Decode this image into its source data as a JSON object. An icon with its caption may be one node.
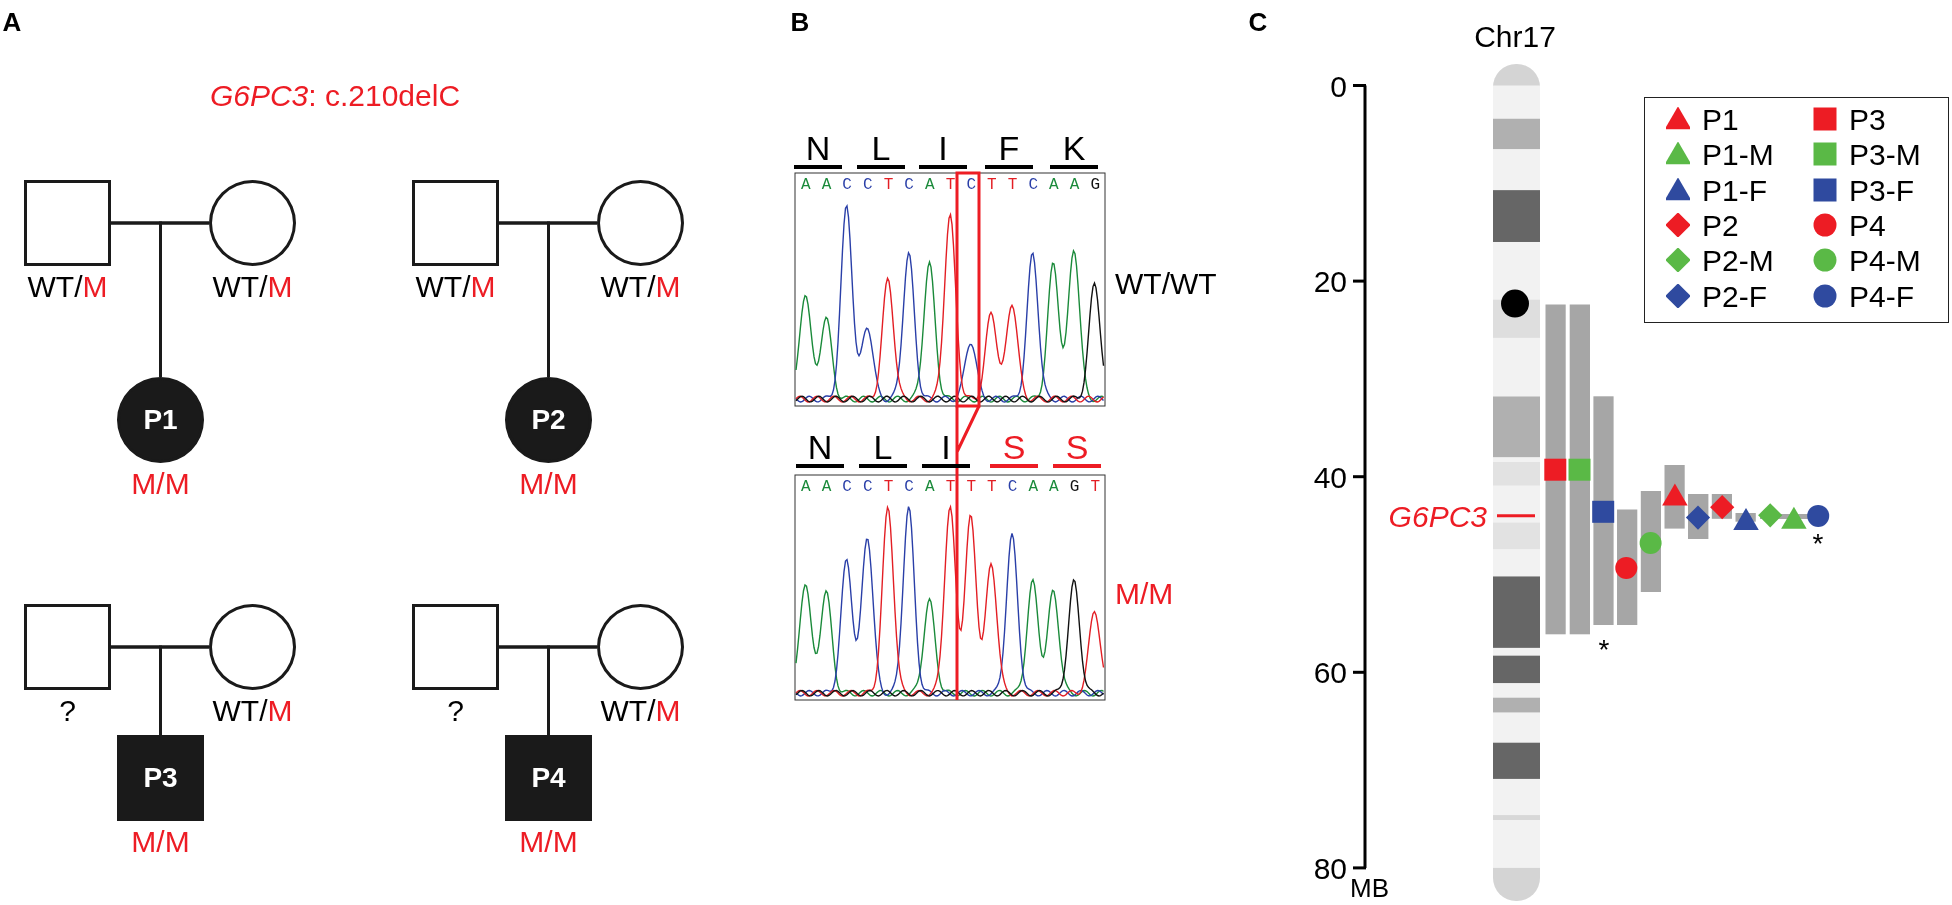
{
  "diagram": {
    "title": "*G6PC3*: c.210delC",
    "nodes": [
      {
        "text": [],
        "shape": "box",
        "beside": [
          "WT/M"
        ]
      },
      {
        "text": [],
        "shape": "circle",
        "beside": [
          "WT/M"
        ]
      },
      {
        "text": [],
        "shape": "box",
        "beside": [
          "WT/M"
        ]
      },
      {
        "text": [],
        "shape": "circle",
        "beside": [
          "WT/M"
        ]
      },
      {
        "text": [
          "P1"
        ],
        "beside": [
          "M/M"
        ]
      },
      {
        "text": [
          "P2"
        ],
        "beside": [
          "M/M"
        ]
      },
      {
        "text": [],
        "shape": "box",
        "beside": [
          "?"
        ]
      },
      {
        "text": [],
        "shape": "circle",
        "beside": [
          "WT/M"
        ]
      },
      {
        "text": [],
        "shape": "box",
        "beside": [
          "?"
        ]
      },
      {
        "text": [],
        "shape": "circle",
        "beside": [
          "WT/M"
        ]
      },
      {
        "text": [
          "P3"
        ],
        "beside": [
          "M/M"
        ]
      },
      {
        "text": [
          "P4"
        ],
        "beside": [
          "M/M"
        ]
      }
    ],
    "edges": [
      {
        "from": 0,
        "to": 1,
        "arrow": "none"
      },
      {
        "from": 0,
        "to": 4,
        "arrow": "none"
      },
      {
        "from": 1,
        "to": 4,
        "arrow": "none"
      },
      {
        "from": 2,
        "to": 3,
        "arrow": "none"
      },
      {
        "from": 2,
        "to": 5,
        "arrow": "none"
      },
      {
        "from": 3,
        "to": 5,
        "arrow": "none"
      },
      {
        "from": 6,
        "to": 7,
        "arrow": "none"
      },
      {
        "from": 6,
        "to": 10,
        "arrow": "none"
      },
      {
        "from": 7,
        "to": 10,
        "arrow": "none"
      },
      {
        "from": 8,
        "to": 9,
        "arrow": "none"
      },
      {
        "from": 8,
        "to": 11,
        "arrow": "none"
      },
      {
        "from": 9,
        "to": 11,
        "arrow": "none"
      }
    ],
    "labels": [
      "A",
      "B",
      "C",
      "N",
      "L",
      "I",
      "F",
      "K",
      "AACCTCATCTTCAAG",
      "WT/WT",
      "N",
      "L",
      "I",
      "S",
      "S",
      "AACCTCATTTCAAGT",
      "M/M",
      "Chr17",
      "0",
      "20",
      "40",
      "60",
      "80",
      "MB",
      "G6PC3",
      "*",
      "*"
    ],
    "legend": [
      {
        "text": "P1",
        "color": "#ed1c24"
      },
      {
        "text": "P3",
        "color": "#ed1c24"
      },
      {
        "text": "P1-M",
        "color": "#5ab946"
      },
      {
        "text": "P3-M",
        "color": "#5ab946"
      },
      {
        "text": "P1-F",
        "color": "#2f4a9f"
      },
      {
        "text": "P3-F",
        "color": "#2f4a9f"
      },
      {
        "text": "P2",
        "color": "#ed1c24"
      },
      {
        "text": "P4",
        "color": "#ed1c24"
      },
      {
        "text": "P2-M",
        "color": "#5ab946"
      },
      {
        "text": "P4-M",
        "color": "#5ab946"
      },
      {
        "text": "P2-F",
        "color": "#2f4a9f"
      },
      {
        "text": "P4-F",
        "color": "#2f4a9f"
      }
    ]
  }
}
